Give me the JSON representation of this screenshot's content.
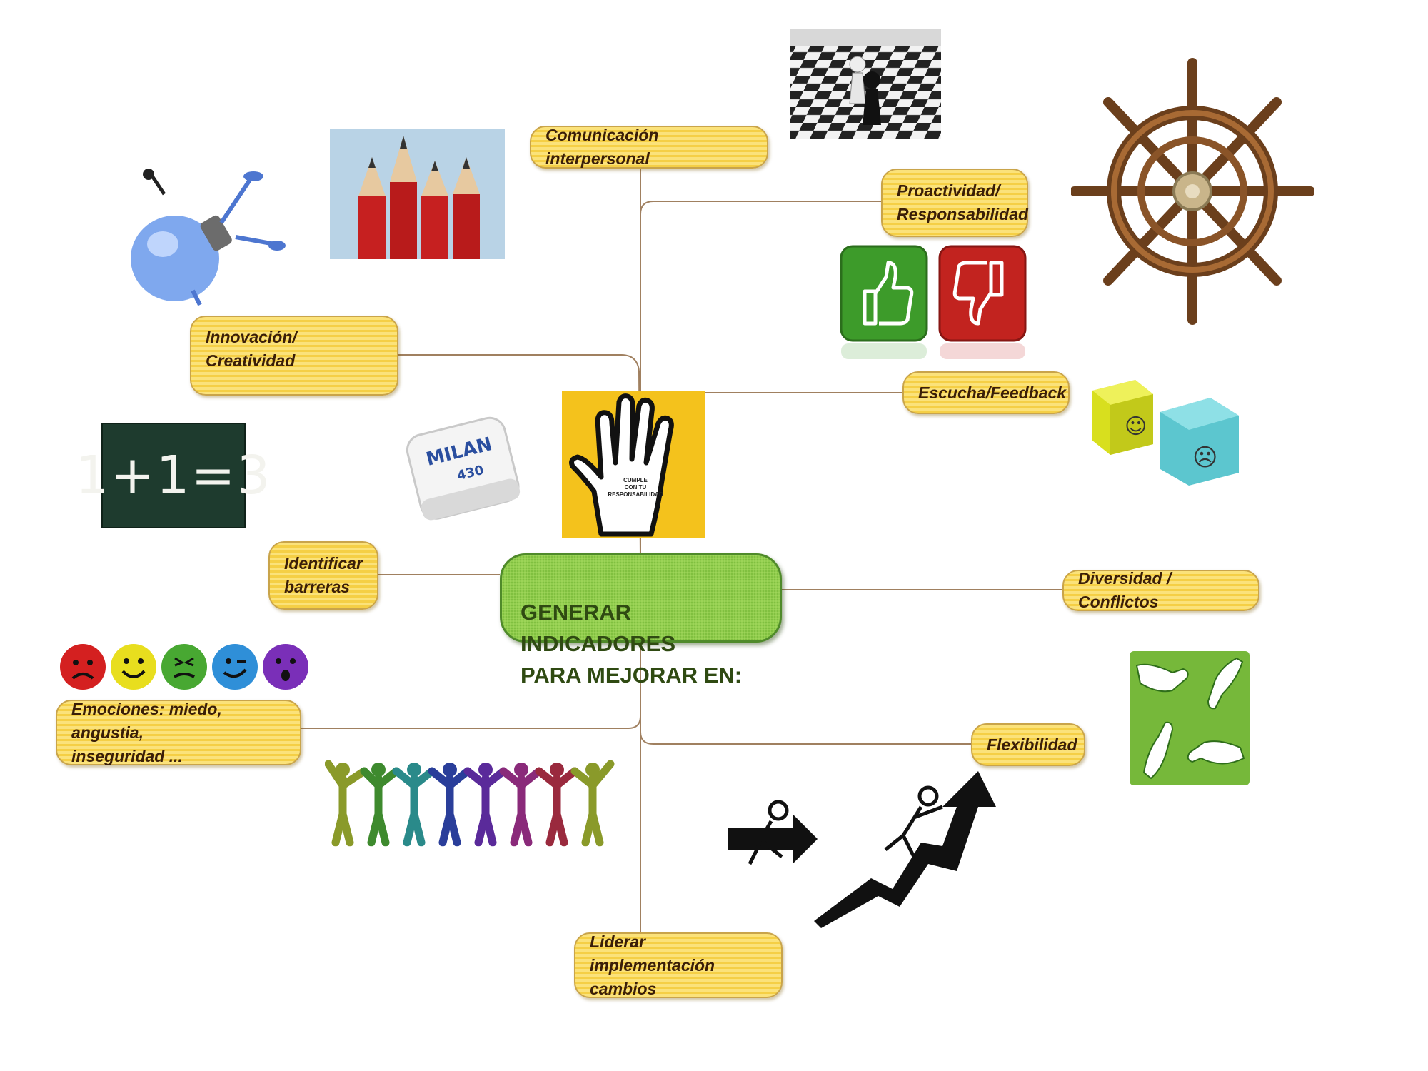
{
  "central": {
    "text": "GENERAR INDICADORES\nPARA MEJORAR EN:"
  },
  "topics": {
    "comunicacion": "Comunicación interpersonal",
    "proactividad": "Proactividad/\nResponsabilidad",
    "innovacion": "Innovación/ Creatividad",
    "escucha": "Escucha/Feedback",
    "identificar": "Identificar\nbarreras",
    "diversidad": "Diversidad / Conflictos",
    "emociones": "Emociones: miedo, angustia,\ninseguridad ...",
    "flexibilidad": "Flexibilidad",
    "liderar": "Liderar implementación\ncambios"
  },
  "images": {
    "chalkboard_text": "1+1=3",
    "eraser_brand": "MILAN",
    "eraser_number": "430",
    "hand_text": "CUMPLE\nCON TU\nRESPONSABILIDAD"
  },
  "colors": {
    "topic_fill": "#f9d857",
    "topic_border": "#c9a44a",
    "central_fill": "#9ad157",
    "central_border": "#4f8a2a",
    "connector": "#a08060"
  }
}
